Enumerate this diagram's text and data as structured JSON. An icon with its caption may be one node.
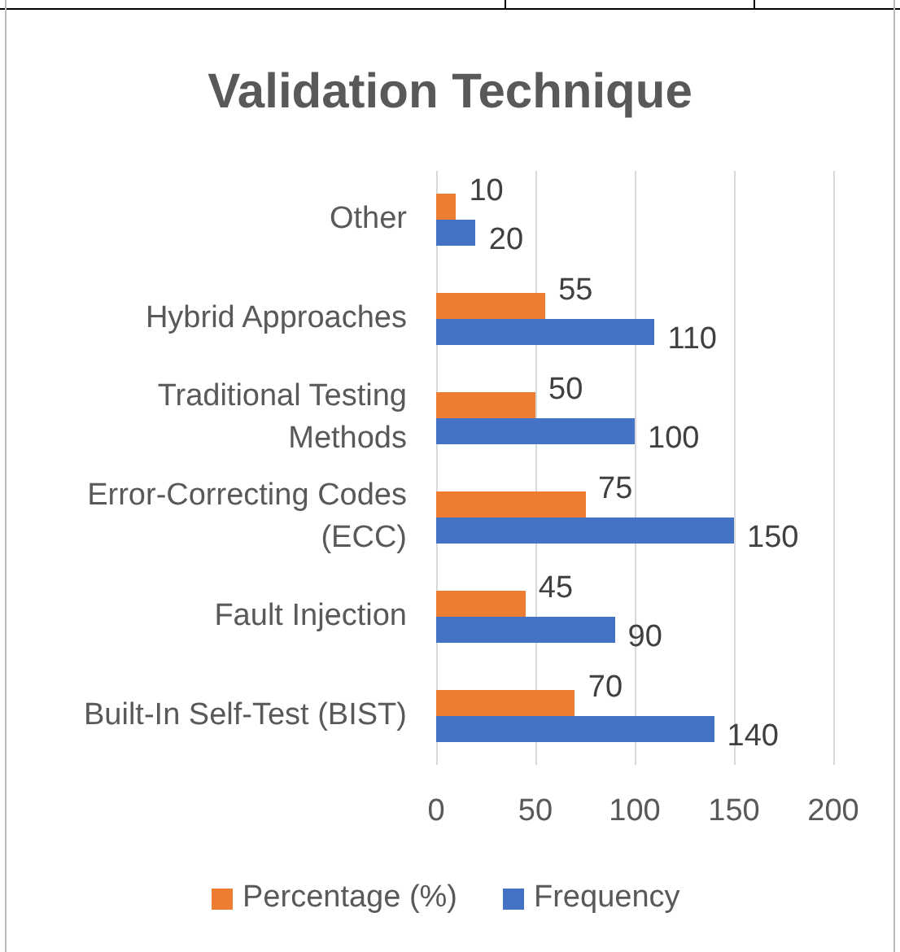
{
  "diagram": {
    "chart_data": {
      "type": "bar",
      "orientation": "horizontal",
      "title": "Validation Technique",
      "categories": [
        "Other",
        "Hybrid Approaches",
        "Traditional Testing Methods",
        "Error-Correcting Codes (ECC)",
        "Fault Injection",
        "Built-In Self-Test (BIST)"
      ],
      "series": [
        {
          "name": "Percentage (%)",
          "color": "#ed7d31",
          "values": [
            10,
            55,
            50,
            75,
            45,
            70
          ]
        },
        {
          "name": "Frequency",
          "color": "#4472c4",
          "values": [
            20,
            110,
            100,
            150,
            90,
            140
          ]
        }
      ],
      "xlim": [
        0,
        200
      ],
      "xticks": [
        0,
        50,
        100,
        150,
        200
      ],
      "data_labels": true,
      "legend": "bottom"
    }
  }
}
